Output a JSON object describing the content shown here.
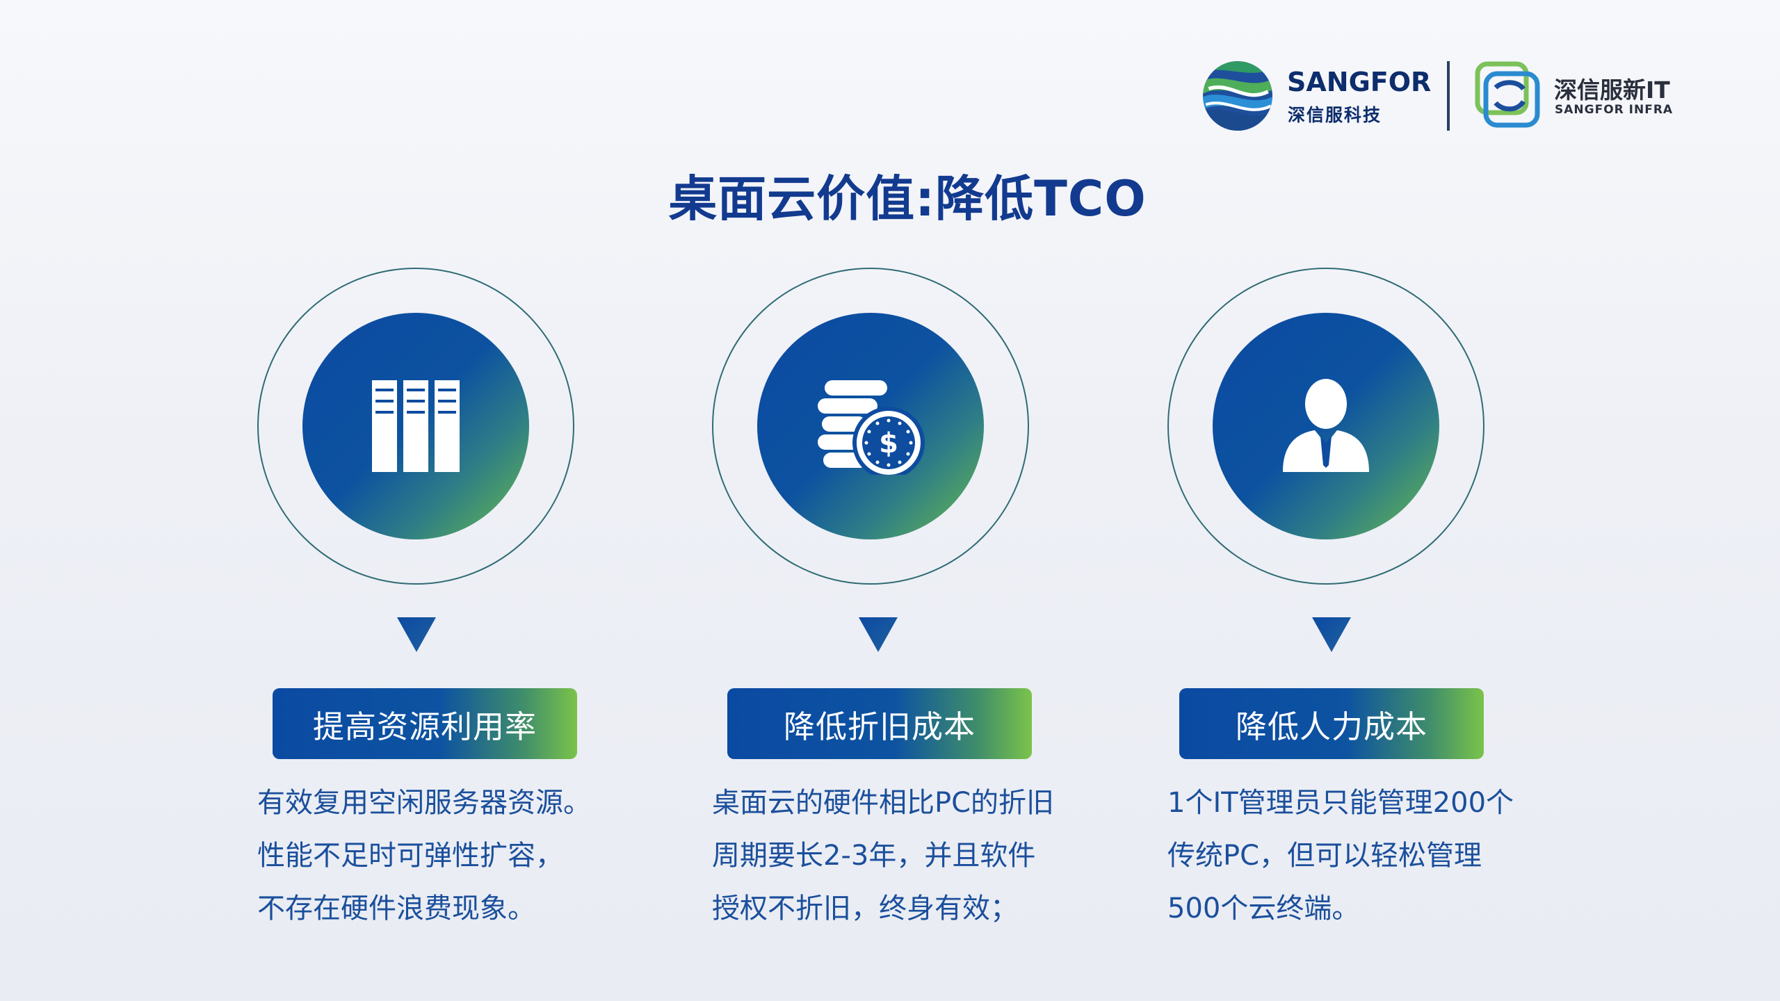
{
  "logo": {
    "brand_en": "SANGFOR",
    "brand_cn": "深信服科技",
    "sub_brand_cn": "深信服新IT",
    "sub_brand_en": "SANGFOR INFRA"
  },
  "title": "桌面云价值:降低TCO",
  "colors": {
    "title": "#123a8f",
    "circle_start": "#0b4aa2",
    "circle_end": "#6bbd4a",
    "ring": "#2f6b73",
    "description_text": "#1b4f9c"
  },
  "columns": [
    {
      "icon": "server-rack-icon",
      "label": "提高资源利用率",
      "description": [
        "有效复用空闲服务器资源。",
        "性能不足时可弹性扩容，",
        "不存在硬件浪费现象。"
      ]
    },
    {
      "icon": "coins-dollar-icon",
      "label": "降低折旧成本",
      "description": [
        "桌面云的硬件相比PC的折旧",
        "周期要长2-3年，并且软件",
        "授权不折旧，终身有效；"
      ]
    },
    {
      "icon": "person-suit-icon",
      "label": "降低人力成本",
      "description": [
        "1个IT管理员只能管理200个",
        "传统PC，但可以轻松管理",
        "500个云终端。"
      ]
    }
  ]
}
